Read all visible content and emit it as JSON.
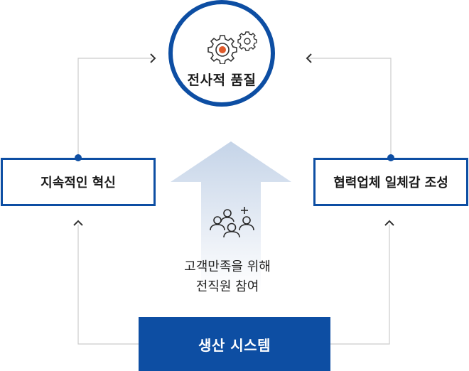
{
  "center_circle": {
    "label": "전사적 품질",
    "icon": "gears-icon"
  },
  "left_box": {
    "label": "지속적인 혁신"
  },
  "right_box": {
    "label": "협력업체 일체감 조성"
  },
  "arrow": {
    "icon": "people-group-icon",
    "line1": "고객만족을 위해",
    "line2": "전직원 참여"
  },
  "bottom_box": {
    "label": "생산 시스템"
  },
  "colors": {
    "primary": "#0d4ea3",
    "connector": "#cccccc",
    "arrow_top": "#c5d4e8",
    "gear_accent": "#e05a2a"
  }
}
